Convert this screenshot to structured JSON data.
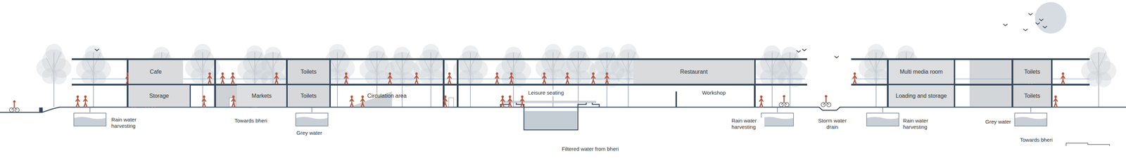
{
  "diagram": {
    "nodes": [
      {
        "text": [
          "Cafe"
        ]
      },
      {
        "text": [
          "Storage"
        ]
      },
      {
        "text": [
          "Markets"
        ]
      },
      {
        "text": [
          "Toilets"
        ]
      },
      {
        "text": [
          "Toilets"
        ]
      },
      {
        "text": [
          "Circulation area"
        ]
      },
      {
        "text": [
          "Restaurant"
        ]
      },
      {
        "text": [
          "Multi media room"
        ]
      },
      {
        "text": [
          "Loading and storage"
        ]
      },
      {
        "text": [
          "Toilets"
        ]
      },
      {
        "text": [
          "Toilets"
        ]
      }
    ],
    "labels": [
      "Leisure seating",
      "Workshop",
      "Rain water harvesting",
      "Towards bheri",
      "Grey water",
      "Filtered water from bheri",
      "Rain water harvesting",
      "Storm water drain",
      "Rain water harvesting",
      "Grey water",
      "Towards bheri"
    ]
  }
}
